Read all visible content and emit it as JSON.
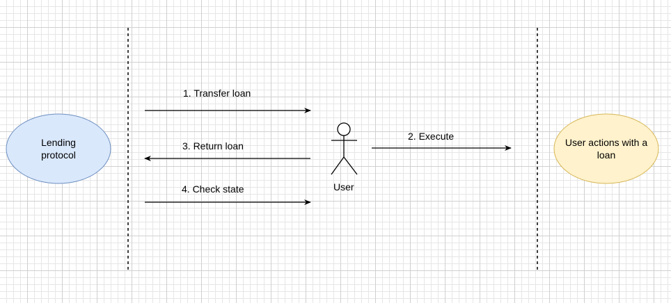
{
  "nodes": {
    "lending_protocol": {
      "label": "Lending\nprotocol",
      "fill": "#dae8fc",
      "stroke": "#6c8ebf"
    },
    "user_actions": {
      "label": "User actions with a\nloan",
      "fill": "#fff2cc",
      "stroke": "#d6b656"
    },
    "user": {
      "label": "User"
    }
  },
  "edges": {
    "transfer_loan": "1. Transfer loan",
    "execute": "2. Execute",
    "return_loan": "3. Return loan",
    "check_state": "4. Check state"
  }
}
